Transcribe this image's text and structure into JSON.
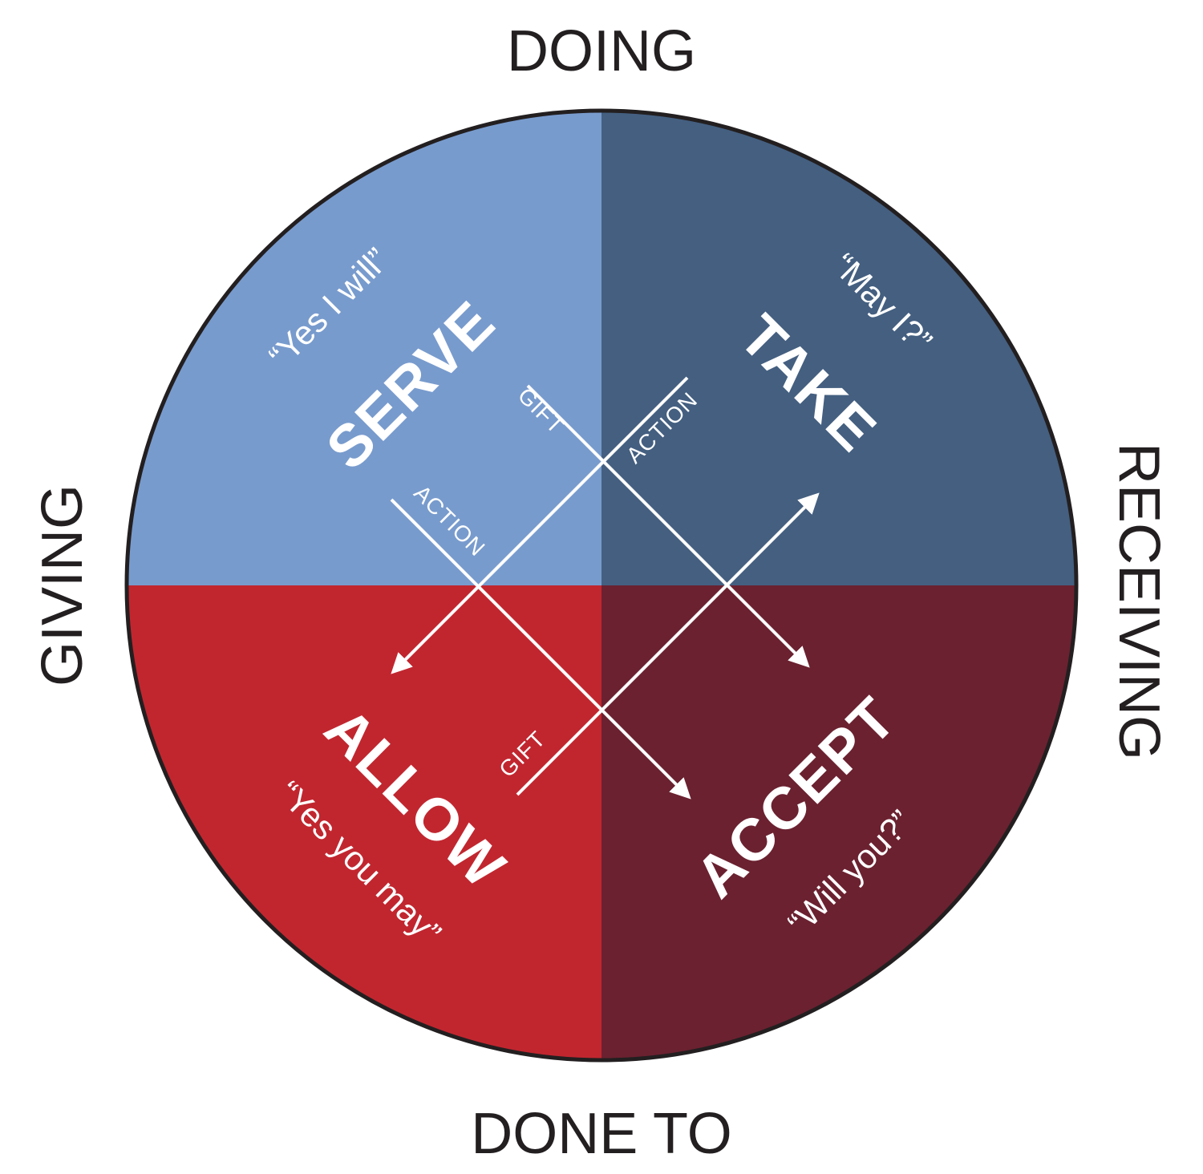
{
  "axes": {
    "top": "DOING",
    "bottom": "DONE TO",
    "left": "GIVING",
    "right": "RECEIVING"
  },
  "quadrants": {
    "serve": {
      "title": "SERVE",
      "quote": "“Yes I will”",
      "color": "#789bcd"
    },
    "take": {
      "title": "TAKE",
      "quote": "“May I?”",
      "color": "#445f80"
    },
    "allow": {
      "title": "ALLOW",
      "quote": "“Yes you may”",
      "color": "#c1262f"
    },
    "accept": {
      "title": "ACCEPT",
      "quote": "“Will you?”",
      "color": "#6b2130"
    }
  },
  "arrows": {
    "gift_upper": "GIFT",
    "action_upper": "ACTION",
    "action_left": "ACTION",
    "gift_lower": "GIFT"
  },
  "outline_color": "#231f20"
}
